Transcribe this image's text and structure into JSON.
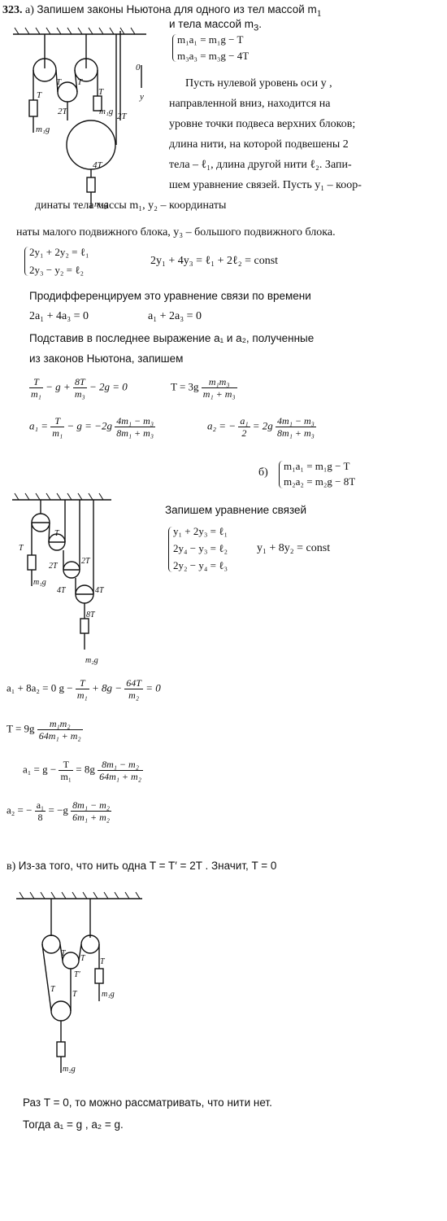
{
  "problem": {
    "number": "323.",
    "part_a_marker": "а)",
    "intro_line1": "Запишем законы Ньютона для одного из тел массой m",
    "intro_line1_sub": "1",
    "intro_line2": "и  тела массой  m",
    "intro_line2_sub": "3",
    "intro_line2_end": ".",
    "sys1_eq1": "m₁a₁ = m₁g − T",
    "sys1_eq2": "m₃a₃ = m₃g − 4T",
    "para_lines": [
      "Пусть нулевой уровень оси    y ,",
      "направленной  вниз,  находится  на",
      "уровне точки подвеса верхних блоков;",
      "длина нити, на которой подвешены 2",
      "тела – ℓ₁, длина другой нити ℓ₂.  Запи-",
      "шем уравнение связей.  Пусть  y₁ – коор-",
      "динаты тела массы  m₁,  y₂ – координаты малого подвижного блока,  y₃ – большого подвижного блока."
    ],
    "para_last_line": "наты малого подвижного блока,  y₃ – большого подвижного блока.",
    "sys2_eq1": "2y₁ + 2y₂ = ℓ₁",
    "sys2_eq2": "2y₃ − y₂ = ℓ₂",
    "link_eq": "2y₁  +  4y₃ = ℓ₁ + 2ℓ₂ = const",
    "diff_text": "Продифференцируем это уравнение связи по времени",
    "diff_eq1": "2a₁  +  4a₃ = 0",
    "diff_eq2": "a₁  +  2a₃ = 0",
    "subst_line1": "Подставив в последнее выражение   a₁   и  a₂,  полученные",
    "subst_line2": "из законов Ньютона, запишем",
    "eqA_tail1": "− g +",
    "eqA_tail2": "− 2g = 0",
    "T_a_lhs": "T = 3g",
    "a1_lhs": "a₁ =",
    "a1_mid": "− g = −2g",
    "a2_lhs": "a₂ = −",
    "a2_mid": "= 2g",
    "part_b_marker": "б)",
    "sys3_eq1": "m₁a₁ = m₁g − T",
    "sys3_eq2": "m₂a₂ = m₂g − 8T",
    "b_link_text": "Запишем уравнение связей",
    "sys4_eq1": "y₁ + 2y₃ = ℓ₁",
    "sys4_eq2": "2y₄ − y₃ = ℓ₂",
    "sys4_eq3": "2y₂ − y₄ = ℓ₃",
    "b_link_eq": "y₁  +  8y₂ = const",
    "b_acc_eq_start": "a₁  +  8a₂ = 0     g −",
    "b_acc_eq_mid": "+ 8g −",
    "b_acc_eq_end": "= 0",
    "T_b_lhs": "T = 9g",
    "a1b_lhs": "a₁ =  g −",
    "a1b_mid": "= 8g",
    "a2b_lhs": "a₂ =  −",
    "a2b_mid": "= −g",
    "part_c_marker": "в)",
    "c_text": "Из-за того, что нить одна       T = T′ = 2T .  Значит,   T = 0",
    "c_conclusion1": "Раз  T = 0,  то можно рассматривать, что нити нет.",
    "c_conclusion2": "Тогда  a₁ = g ,    a₂ = g."
  },
  "fractions": {
    "T_m1": {
      "n": "T",
      "d": "m₁"
    },
    "8T_m3": {
      "n": "8T",
      "d": "m₃"
    },
    "m1m3": {
      "n": "m₁m₃",
      "d": "m₁ + m₃"
    },
    "a1_frac": {
      "n": "4m₁ − m₃",
      "d": "8m₁ + m₃"
    },
    "a1_half": {
      "n": "a₁",
      "d": "2"
    },
    "T_m1b": {
      "n": "T",
      "d": "m₁"
    },
    "64T_m2": {
      "n": "64T",
      "d": "m₂"
    },
    "m1m2": {
      "n": "m₁m₂",
      "d": "64m₁ + m₂"
    },
    "a1b_T": {
      "n": "T",
      "d": "m₁"
    },
    "a1b_frac": {
      "n": "8m₁ − m₂",
      "d": "64m₁ + m₂"
    },
    "a2b_half": {
      "n": "a₁",
      "d": "8"
    },
    "a2b_frac": {
      "n": "8m₁ − m₂",
      "d": "6m₁ + m₂"
    }
  },
  "figure_labels": {
    "tension": "T",
    "double_tension": "2T",
    "quad_tension": "4T",
    "eight_tension": "8T",
    "m1g": "m₁g",
    "m2g": "m₂g",
    "m3g": "m₃g",
    "zero": "0",
    "y_axis": "y",
    "t_prime": "T′"
  }
}
